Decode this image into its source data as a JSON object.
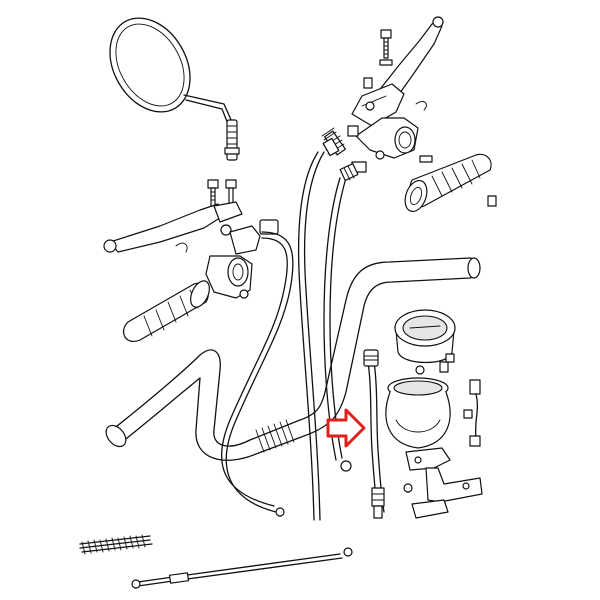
{
  "diagram": {
    "kind": "exploded-parts-view",
    "parts": [
      {
        "id": "mirror"
      },
      {
        "id": "clutch-lever"
      },
      {
        "id": "front-brake-lever"
      },
      {
        "id": "right-grip"
      },
      {
        "id": "left-grip"
      },
      {
        "id": "handlebar"
      },
      {
        "id": "speedometer"
      },
      {
        "id": "speedometer-cup"
      },
      {
        "id": "speedometer-bracket"
      },
      {
        "id": "speedometer-drive-cable"
      },
      {
        "id": "throttle-cable"
      },
      {
        "id": "clutch-cable"
      },
      {
        "id": "choke-cable"
      },
      {
        "id": "return-spring"
      }
    ],
    "highlight": {
      "target": "speedometer-drive-cable",
      "color": "#e0201a"
    }
  }
}
